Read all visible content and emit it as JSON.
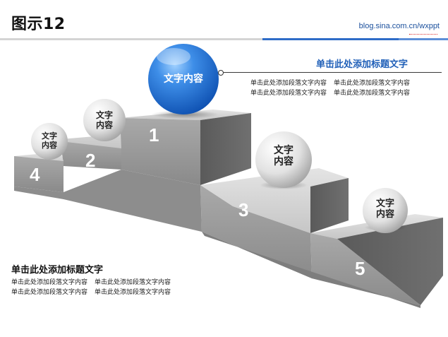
{
  "page": {
    "title": "图示12",
    "url": "blog.sina.com.cn/wxppt"
  },
  "colors": {
    "accent_blue": "#2e6cc8",
    "heading_blue": "#1f5fb8",
    "podium_light": "#d9d9d9",
    "podium_mid": "#9c9c9c",
    "podium_dark": "#5f5f5f"
  },
  "right_block": {
    "heading": "单击此处添加标题文字",
    "rows": [
      [
        "单击此处添加段落文字内容",
        "单击此处添加段落文字内容"
      ],
      [
        "单击此处添加段落文字内容",
        "单击此处添加段落文字内容"
      ]
    ]
  },
  "left_block": {
    "heading": "单击此处添加标题文字",
    "rows": [
      [
        "单击此处添加段落文字内容",
        "单击此处添加段落文字内容"
      ],
      [
        "单击此处添加段落文字内容",
        "单击此处添加段落文字内容"
      ]
    ]
  },
  "steps": [
    {
      "number": "1",
      "ball_line1": "文字内容",
      "ball_line2": "",
      "ball_color": "blue"
    },
    {
      "number": "2",
      "ball_line1": "文字",
      "ball_line2": "内容",
      "ball_color": "silver"
    },
    {
      "number": "3",
      "ball_line1": "文字",
      "ball_line2": "内容",
      "ball_color": "silver"
    },
    {
      "number": "4",
      "ball_line1": "文字",
      "ball_line2": "内容",
      "ball_color": "silver"
    },
    {
      "number": "5",
      "ball_line1": "文字",
      "ball_line2": "内容",
      "ball_color": "silver"
    }
  ]
}
